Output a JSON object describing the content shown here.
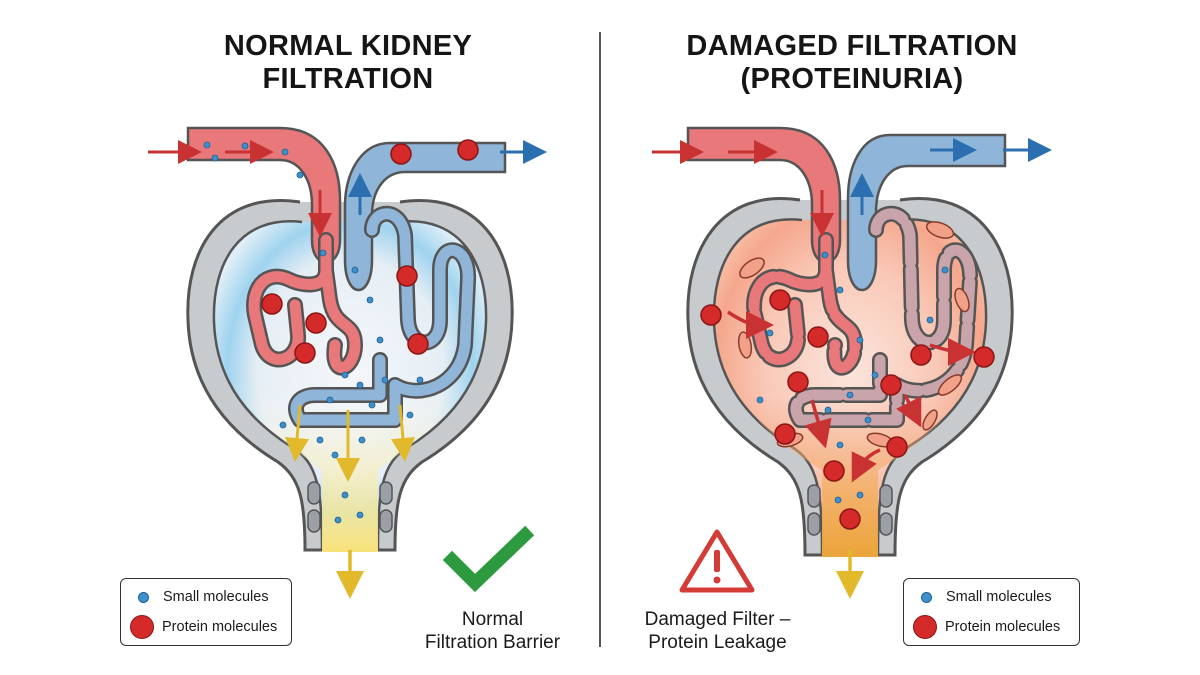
{
  "left_panel": {
    "title_line1": "NORMAL KIDNEY",
    "title_line2": "FILTRATION",
    "caption_line1": "Normal",
    "caption_line2": "Filtration Barrier",
    "status_icon": "checkmark-icon",
    "legend": {
      "small_label": "Small molecules",
      "protein_label": "Protein molecules"
    }
  },
  "right_panel": {
    "title_line1": "DAMAGED FILTRATION",
    "title_line2": "(PROTEINURIA)",
    "caption_line1": "Damaged Filter –",
    "caption_line2": "Protein Leakage",
    "status_icon": "warning-triangle-icon",
    "legend": {
      "small_label": "Small molecules",
      "protein_label": "Protein molecules"
    }
  },
  "colors": {
    "afferent_red": "#e8787a",
    "efferent_blue": "#8fb5d9",
    "capsule_gray": "#c8cbce",
    "normal_glow": "#9fd3ef",
    "damaged_glow": "#f5a78d",
    "filtrate_yellow": "#f7e27a",
    "protein_red": "#d42a2a",
    "small_blue": "#3f8fca",
    "check_green": "#2e9a3f",
    "warning_red": "#d43a36"
  }
}
